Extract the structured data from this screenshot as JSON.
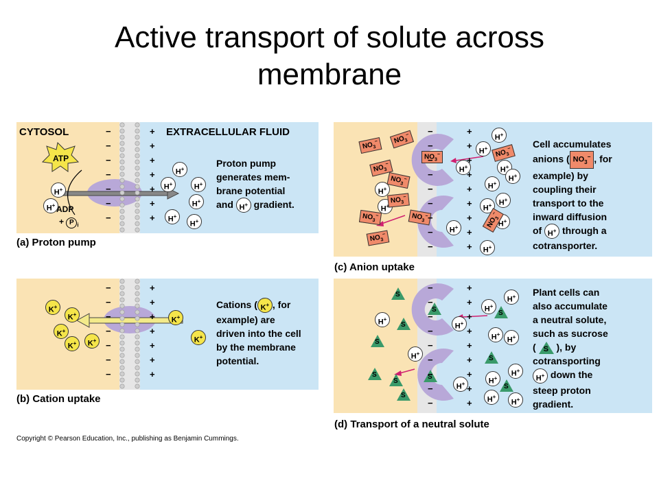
{
  "title_line1": "Active transport of solute across",
  "title_line2": "membrane",
  "panel_a": {
    "cytosol_label": "CYTOSOL",
    "extracellular_label": "EXTRACELLULAR FLUID",
    "atp": "ATP",
    "adp": "ADP",
    "pi_plus": "+",
    "pi": "P",
    "pi_sub": "i",
    "desc_line1": "Proton pump",
    "desc_line2": "generates mem-",
    "desc_line3": "brane potential",
    "desc_line4_a": "and",
    "desc_line4_b": "gradient.",
    "caption": "(a) Proton pump"
  },
  "panel_b": {
    "desc_line1_a": "Cations (",
    "desc_line1_b": ", for",
    "desc_line2": "example) are",
    "desc_line3": "driven into the cell",
    "desc_line4": "by the membrane",
    "desc_line5": "potential.",
    "caption": "(b) Cation uptake"
  },
  "panel_c": {
    "desc_line1": "Cell accumulates",
    "desc_line2_a": "anions (",
    "desc_line2_b": ", for",
    "desc_line3": "example) by",
    "desc_line4": "coupling their",
    "desc_line5": "transport to the",
    "desc_line6": "inward diffusion",
    "desc_line7_a": "of",
    "desc_line7_b": "through a",
    "desc_line8": "cotransporter.",
    "caption": "(c) Anion uptake"
  },
  "panel_d": {
    "desc_line1": "Plant cells can",
    "desc_line2": "also accumulate",
    "desc_line3": "a neutral solute,",
    "desc_line4": "such as sucrose",
    "desc_line5_a": "(",
    "desc_line5_b": "), by",
    "desc_line6": "cotransporting",
    "desc_line7": "down the",
    "desc_line8": "steep proton",
    "desc_line9": "gradient.",
    "caption": "(d) Transport of a neutral solute"
  },
  "ions": {
    "h": "H",
    "h_sup": "+",
    "k": "K",
    "k_sup": "+",
    "no3": "NO",
    "no3_sub": "3",
    "no3_sup": "−",
    "s": "S"
  },
  "charges": {
    "minus": "−",
    "plus": "+"
  },
  "copyright": "Copyright © Pearson Education, Inc., publishing as Benjamin Cummings.",
  "colors": {
    "cytosol": "#fae3b4",
    "extracellular": "#cbe5f5",
    "pump": "#b8a8d8",
    "proton": "#ffffff",
    "potassium": "#f5e54a",
    "nitrate": "#f08a6a",
    "sucrose": "#3a9a6a",
    "arrow_a": "#888888",
    "arrow_b": "#f3ea8a",
    "arrow_c": "#d02070",
    "atp": "#f5e54a"
  }
}
